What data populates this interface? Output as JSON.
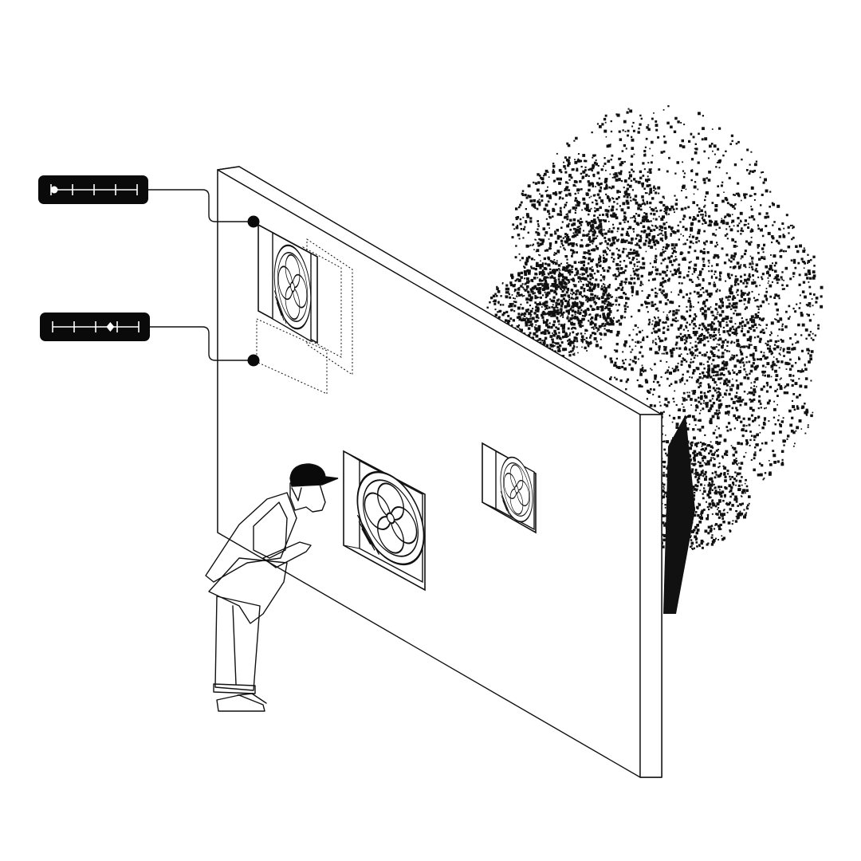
{
  "colors": {
    "ink": "#111111",
    "background": "#ffffff",
    "control_fill": "#0a0a0a",
    "control_track": "#ffffff"
  },
  "sliders": [
    {
      "name": "top-window-slider",
      "value_fraction": 0.0,
      "ticks": 5,
      "thumb_shape": "circle",
      "connects_to": "top-window-anchor"
    },
    {
      "name": "bottom-window-slider",
      "value_fraction": 0.67,
      "ticks": 5,
      "thumb_shape": "diamond",
      "connects_to": "bottom-window-anchor"
    }
  ],
  "scene": {
    "objects": [
      "wall",
      "tree",
      "person",
      "window-top",
      "window-large",
      "window-small"
    ],
    "icons": [
      "fan-icon",
      "anchor-dot-icon"
    ]
  }
}
